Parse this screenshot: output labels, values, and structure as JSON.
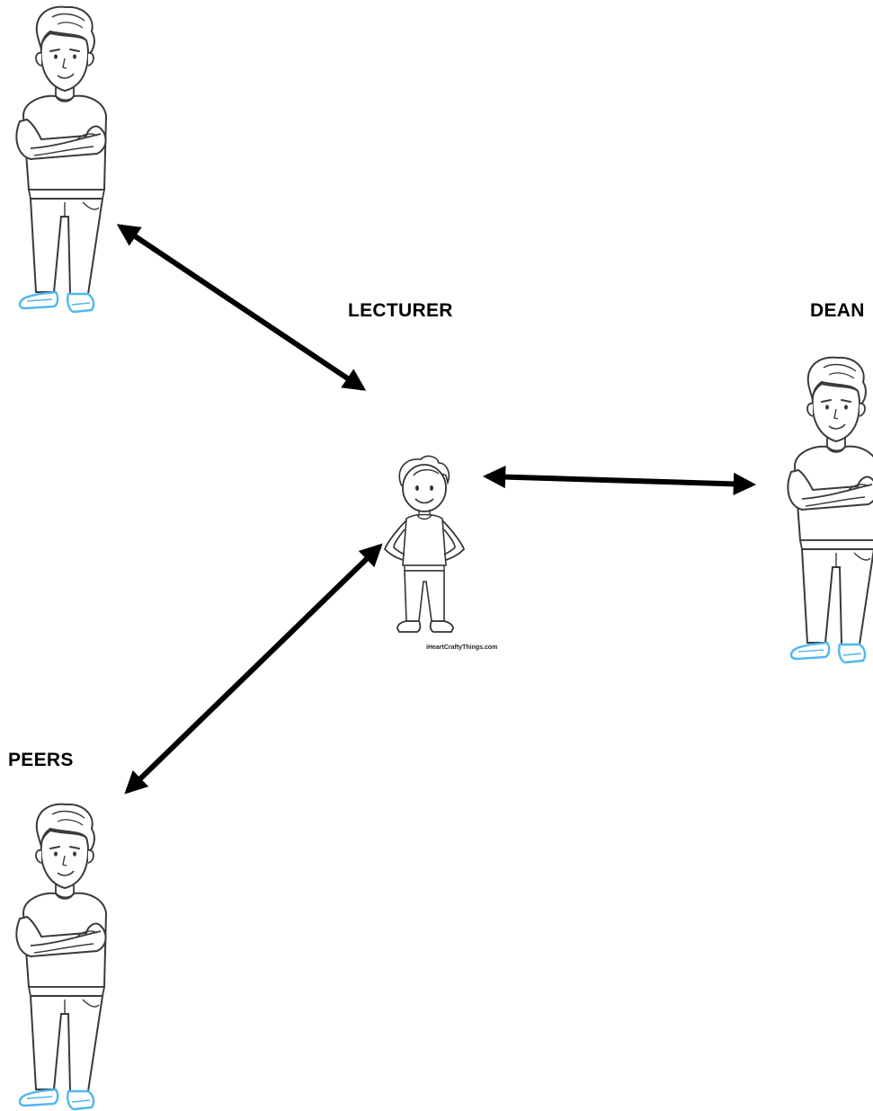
{
  "labels": {
    "lecturer": "LECTURER",
    "dean": "DEAN",
    "peers": "PEERS"
  },
  "watermark": "iHeartCraftyThings.com",
  "figures": [
    {
      "role": "lecturer",
      "pose": "arms-crossed-man",
      "shoe_color": "#4fb7f0"
    },
    {
      "role": "dean",
      "pose": "arms-crossed-man",
      "shoe_color": "#4fb7f0"
    },
    {
      "role": "peers",
      "pose": "arms-crossed-man",
      "shoe_color": "#4fb7f0"
    },
    {
      "role": "student",
      "pose": "hands-on-hips-boy",
      "shoe_color": "#ffffff"
    }
  ],
  "connections": [
    {
      "from": "student",
      "to": "lecturer",
      "direction": "bidirectional"
    },
    {
      "from": "student",
      "to": "dean",
      "direction": "bidirectional"
    },
    {
      "from": "student",
      "to": "peers",
      "direction": "bidirectional"
    }
  ],
  "colors": {
    "line": "#000000",
    "outline": "#3a3a3a",
    "shoe": "#4fb7f0",
    "background": "#ffffff"
  }
}
